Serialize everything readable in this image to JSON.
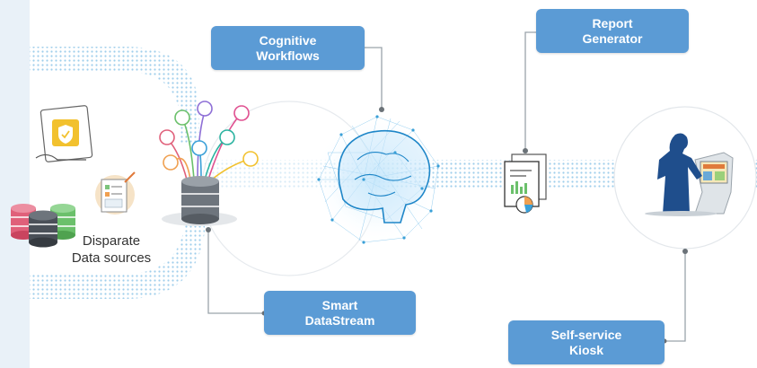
{
  "labels": {
    "cognitive_workflows": [
      "Cognitive",
      "Workflows"
    ],
    "report_generator": [
      "Report",
      "Generator"
    ],
    "smart_datastream": [
      "Smart",
      "DataStream"
    ],
    "self_service_kiosk": [
      "Self-service",
      "Kiosk"
    ],
    "disparate_sources": [
      "Disparate",
      "Data sources"
    ]
  },
  "colors": {
    "label_bg": "#5b9bd5",
    "stream_dots": "#8ec5e8",
    "accent_blue": "#1f4e8c",
    "left_bar": "#e9f1f8",
    "db_red": "#e0607a",
    "db_green": "#6bc06b",
    "db_dark": "#4a5058"
  },
  "icons": [
    "document-shield-icon",
    "document-chart-icon",
    "database-stack-icon",
    "database-hub-icon",
    "brain-network-icon",
    "report-document-icon",
    "kiosk-user-icon"
  ]
}
